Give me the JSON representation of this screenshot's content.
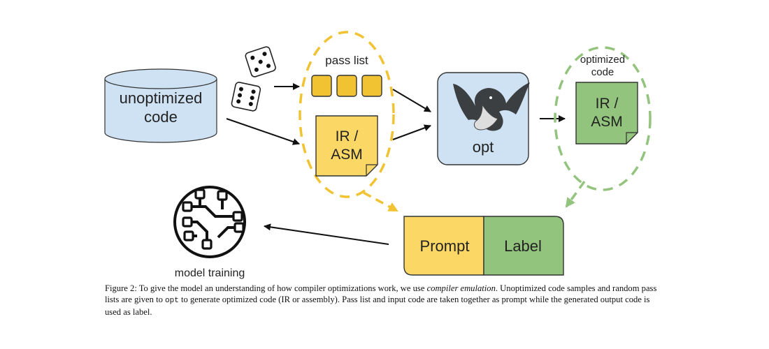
{
  "diagram": {
    "cylinder_label_line1": "unoptimized",
    "cylinder_label_line2": "code",
    "pass_list_label": "pass list",
    "ir_line1": "IR /",
    "ir_line2": "ASM",
    "opt_label": "opt",
    "optimized_label_line1": "optimized",
    "optimized_label_line2": "code",
    "out_ir_line1": "IR /",
    "out_ir_line2": "ASM",
    "prompt_label": "Prompt",
    "label_label": "Label",
    "model_training_label": "model training"
  },
  "caption": {
    "prefix": "Figure 2: To give the model an understanding of how compiler optimizations work, we use ",
    "emphasis": "compiler emulation",
    "mid": ". Unoptimized code samples and random pass lists are given to ",
    "code": "opt",
    "suffix": " to generate optimized code (IR or assembly). Pass list and input code are taken together as prompt while the generated output code is used as label."
  },
  "colors": {
    "cylinder_fill": "#cfe2f3",
    "yellow": "#f5c33b",
    "yellow_note": "#fbd866",
    "green_note": "#93c47d",
    "green_dash": "#93c47d",
    "opt_fill": "#cfe2f3",
    "dash_yellow": "#f1c232"
  }
}
